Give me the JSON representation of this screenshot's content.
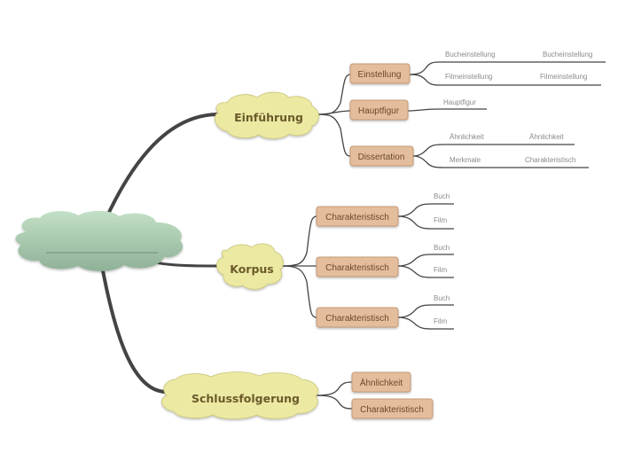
{
  "root": {
    "label": ""
  },
  "branches": [
    {
      "label": "Einführung",
      "children": [
        {
          "label": "Einstellung",
          "leaves": [
            {
              "label": "Bucheinstellung",
              "sub": "Bucheinstellung"
            },
            {
              "label": "Filmeinstellung",
              "sub": "Filmeinstellung"
            }
          ]
        },
        {
          "label": "Hauptfigur",
          "leaves": [
            {
              "label": "Hauptfigur",
              "sub": ""
            }
          ]
        },
        {
          "label": "Dissertation",
          "leaves": [
            {
              "label": "Ähnlichkeit",
              "sub": "Ähnlichkeit"
            },
            {
              "label": "Merkmale",
              "sub": "Charakteristisch"
            }
          ]
        }
      ]
    },
    {
      "label": "Korpus",
      "children": [
        {
          "label": "Charakteristisch",
          "leaves": [
            {
              "label": "Buch"
            },
            {
              "label": "Film"
            }
          ]
        },
        {
          "label": "Charakteristisch",
          "leaves": [
            {
              "label": "Buch"
            },
            {
              "label": "Film"
            }
          ]
        },
        {
          "label": "Charakteristisch",
          "leaves": [
            {
              "label": "Buch"
            },
            {
              "label": "Film"
            }
          ]
        }
      ]
    },
    {
      "label": "Schlussfolgerung",
      "children": [
        {
          "label": "Ähnlichkeit"
        },
        {
          "label": "Charakteristisch"
        }
      ]
    }
  ],
  "colors": {
    "root_cloud": "#a9cdb0",
    "branch_cloud": "#ece9a3",
    "box_fill": "#e4bd9c",
    "box_stroke": "#c39a78",
    "connector": "#444444",
    "leaf_line": "#333333"
  }
}
